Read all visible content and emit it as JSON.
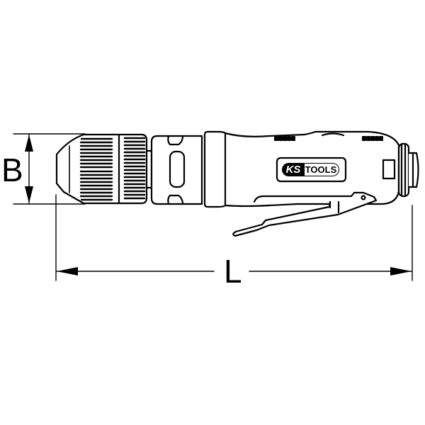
{
  "diagram": {
    "subject": "pneumatic drill with keyless chuck",
    "brand_logo": {
      "prefix": "KS",
      "suffix": "TOOLS"
    },
    "dimensions": {
      "height_label": "B",
      "length_label": "L"
    },
    "colors": {
      "line": "#000000",
      "background": "#ffffff"
    }
  }
}
